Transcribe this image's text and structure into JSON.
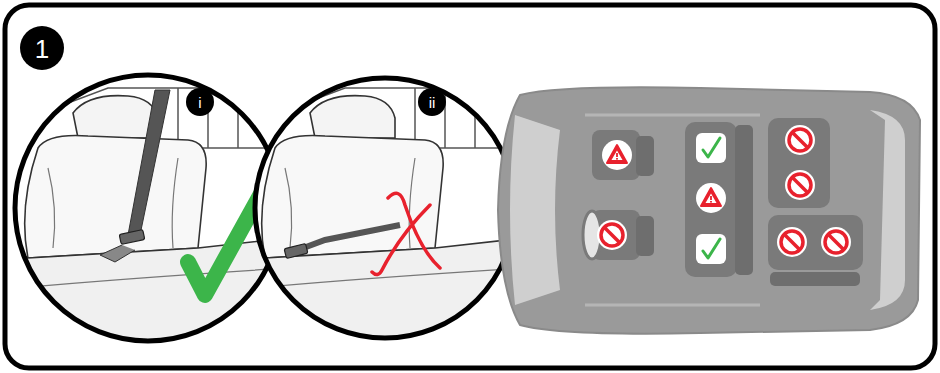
{
  "diagram": {
    "labels": [
      "1",
      "i",
      "ii"
    ]
  }
}
